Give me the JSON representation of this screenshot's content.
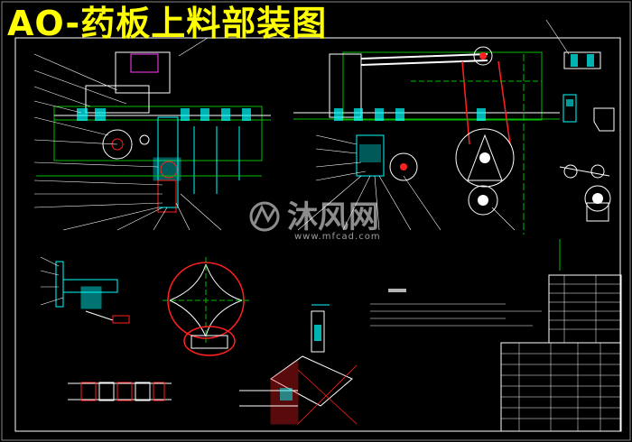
{
  "title": "AO-药板上料部装图",
  "watermark": {
    "brand": "沐风网",
    "url": "www.mfcad.com"
  },
  "colors": {
    "title": "#ffff00",
    "frame": "#ffffff",
    "outline_green": "#00c000",
    "part_cyan": "#00ffff",
    "part_red": "#ff2020",
    "part_magenta": "#ff40ff",
    "leader_white": "#ffffff"
  }
}
